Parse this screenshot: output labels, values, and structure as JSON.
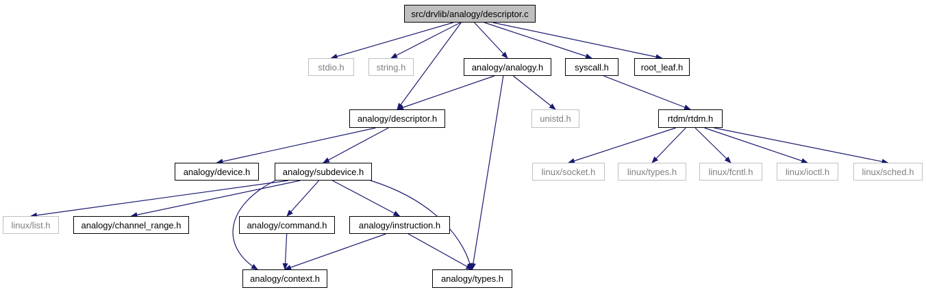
{
  "nodes": [
    {
      "id": "root",
      "label": "src/drvlib/analogy/descriptor.c",
      "style": "root"
    },
    {
      "id": "stdio",
      "label": "stdio.h",
      "style": "gray"
    },
    {
      "id": "string",
      "label": "string.h",
      "style": "gray"
    },
    {
      "id": "analogy_analogy",
      "label": "analogy/analogy.h",
      "style": "normal"
    },
    {
      "id": "syscall",
      "label": "syscall.h",
      "style": "normal"
    },
    {
      "id": "root_leaf",
      "label": "root_leaf.h",
      "style": "normal"
    },
    {
      "id": "analogy_descriptor",
      "label": "analogy/descriptor.h",
      "style": "normal"
    },
    {
      "id": "unistd",
      "label": "unistd.h",
      "style": "gray"
    },
    {
      "id": "rtdm",
      "label": "rtdm/rtdm.h",
      "style": "normal"
    },
    {
      "id": "analogy_device",
      "label": "analogy/device.h",
      "style": "normal"
    },
    {
      "id": "analogy_subdevice",
      "label": "analogy/subdevice.h",
      "style": "normal"
    },
    {
      "id": "linux_socket",
      "label": "linux/socket.h",
      "style": "gray"
    },
    {
      "id": "linux_types",
      "label": "linux/types.h",
      "style": "gray"
    },
    {
      "id": "linux_fcntl",
      "label": "linux/fcntl.h",
      "style": "gray"
    },
    {
      "id": "linux_ioctl",
      "label": "linux/ioctl.h",
      "style": "gray"
    },
    {
      "id": "linux_sched",
      "label": "linux/sched.h",
      "style": "gray"
    },
    {
      "id": "linux_list",
      "label": "linux/list.h",
      "style": "gray"
    },
    {
      "id": "analogy_channel_range",
      "label": "analogy/channel_range.h",
      "style": "normal"
    },
    {
      "id": "analogy_command",
      "label": "analogy/command.h",
      "style": "normal"
    },
    {
      "id": "analogy_instruction",
      "label": "analogy/instruction.h",
      "style": "normal"
    },
    {
      "id": "analogy_context",
      "label": "analogy/context.h",
      "style": "normal"
    },
    {
      "id": "analogy_types",
      "label": "analogy/types.h",
      "style": "normal"
    }
  ],
  "edges": [
    {
      "from": "root",
      "to": "stdio"
    },
    {
      "from": "root",
      "to": "string"
    },
    {
      "from": "root",
      "to": "analogy_descriptor"
    },
    {
      "from": "root",
      "to": "analogy_analogy"
    },
    {
      "from": "root",
      "to": "syscall"
    },
    {
      "from": "root",
      "to": "root_leaf"
    },
    {
      "from": "analogy_analogy",
      "to": "analogy_descriptor"
    },
    {
      "from": "analogy_analogy",
      "to": "unistd"
    },
    {
      "from": "analogy_analogy",
      "to": "analogy_types"
    },
    {
      "from": "syscall",
      "to": "rtdm"
    },
    {
      "from": "analogy_descriptor",
      "to": "analogy_device"
    },
    {
      "from": "analogy_descriptor",
      "to": "analogy_subdevice"
    },
    {
      "from": "rtdm",
      "to": "linux_socket"
    },
    {
      "from": "rtdm",
      "to": "linux_types"
    },
    {
      "from": "rtdm",
      "to": "linux_fcntl"
    },
    {
      "from": "rtdm",
      "to": "linux_ioctl"
    },
    {
      "from": "rtdm",
      "to": "linux_sched"
    },
    {
      "from": "analogy_subdevice",
      "to": "linux_list"
    },
    {
      "from": "analogy_subdevice",
      "to": "analogy_channel_range"
    },
    {
      "from": "analogy_subdevice",
      "to": "analogy_command"
    },
    {
      "from": "analogy_subdevice",
      "to": "analogy_instruction"
    },
    {
      "from": "analogy_subdevice",
      "to": "analogy_context"
    },
    {
      "from": "analogy_subdevice",
      "to": "analogy_types"
    },
    {
      "from": "analogy_command",
      "to": "analogy_context"
    },
    {
      "from": "analogy_instruction",
      "to": "analogy_context"
    },
    {
      "from": "analogy_instruction",
      "to": "analogy_types"
    }
  ],
  "colors": {
    "edge": "#191970",
    "root_fill": "#bfbfbf",
    "node_border": "#000000",
    "gray_border": "#bfbfbf",
    "gray_text": "#7f7f7f"
  }
}
